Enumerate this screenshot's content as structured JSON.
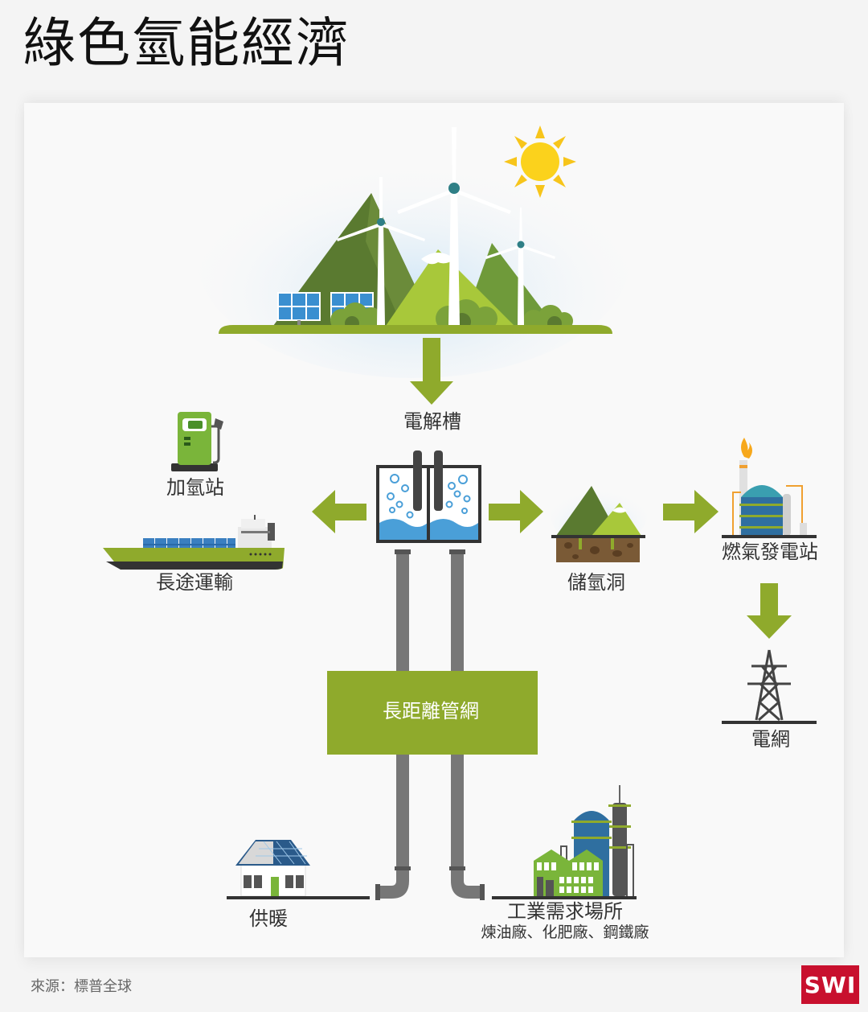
{
  "title": "綠色氫能經濟",
  "nodes": {
    "electrolyzer": "電解槽",
    "hydrogen_station": "加氫站",
    "long_distance_transport": "長途運輸",
    "hydrogen_storage_cave": "儲氫洞",
    "gas_power_plant": "燃氣發電站",
    "power_grid": "電網",
    "pipeline_network": "長距離管網",
    "heating": "供暖",
    "industrial_demand": "工業需求場所",
    "industrial_examples": "煉油廠、化肥廠、鋼鐵廠"
  },
  "footer": {
    "source": "來源：標普全球"
  },
  "brand": {
    "logo": "SWI",
    "color": "#c8102e"
  },
  "colors": {
    "accent_green": "#8faa2c",
    "dark_green": "#5a7a30",
    "pipe": "#777777",
    "water": "#4a9fd8"
  }
}
